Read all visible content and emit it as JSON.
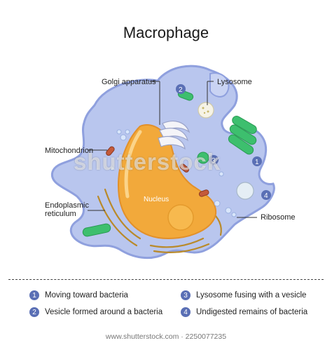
{
  "title": "Macrophage",
  "labels": {
    "golgi": "Golgi apparatus",
    "lysosome": "Lysosome",
    "mitochondrion": "Mitochondrion",
    "er_line1": "Endoplasmic",
    "er_line2": "reticulum",
    "nucleus": "Nucleus",
    "ribosome": "Ribosome"
  },
  "markers": [
    "1",
    "2",
    "3",
    "4"
  ],
  "legend": [
    {
      "num": "1",
      "text": "Moving toward bacteria"
    },
    {
      "num": "2",
      "text": "Vesicle formed around a bacteria"
    },
    {
      "num": "3",
      "text": "Lysosome fusing with a vesicle"
    },
    {
      "num": "4",
      "text": "Undigested remains of bacteria"
    }
  ],
  "watermark": "shutterstock",
  "footer": "www.shutterstock.com · 2250077235",
  "colors": {
    "cytoplasm": "#b9c6ee",
    "membrane": "#8fa0de",
    "nucleus": "#f2a93b",
    "nucleolus": "#f7b94e",
    "bacteria": "#3dbf6e",
    "marker": "#5a6fb5"
  }
}
